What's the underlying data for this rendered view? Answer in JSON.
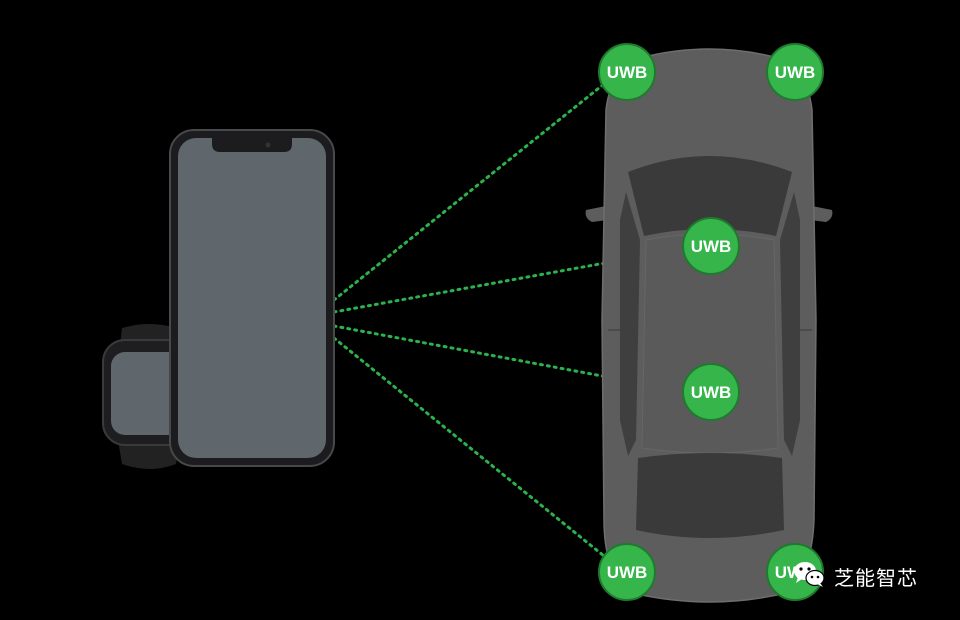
{
  "colors": {
    "background": "#000000",
    "uwb_badge": "#35b54a",
    "uwb_badge_border": "#1f7a2e",
    "link_line": "#2bb24c",
    "car_body": "#5d5d5d",
    "car_glass": "#3a3a3a",
    "phone_screen": "#5f666c",
    "phone_frame": "#1c1c1e"
  },
  "uwb_badges": [
    {
      "id": "front-left",
      "label": "UWB"
    },
    {
      "id": "front-right",
      "label": "UWB"
    },
    {
      "id": "center-upper",
      "label": "UWB"
    },
    {
      "id": "center-lower",
      "label": "UWB"
    },
    {
      "id": "rear-left",
      "label": "UWB"
    },
    {
      "id": "rear-right",
      "label": "UWB"
    }
  ],
  "watermark": {
    "text": "芝能智芯",
    "icon": "wechat-icon"
  }
}
